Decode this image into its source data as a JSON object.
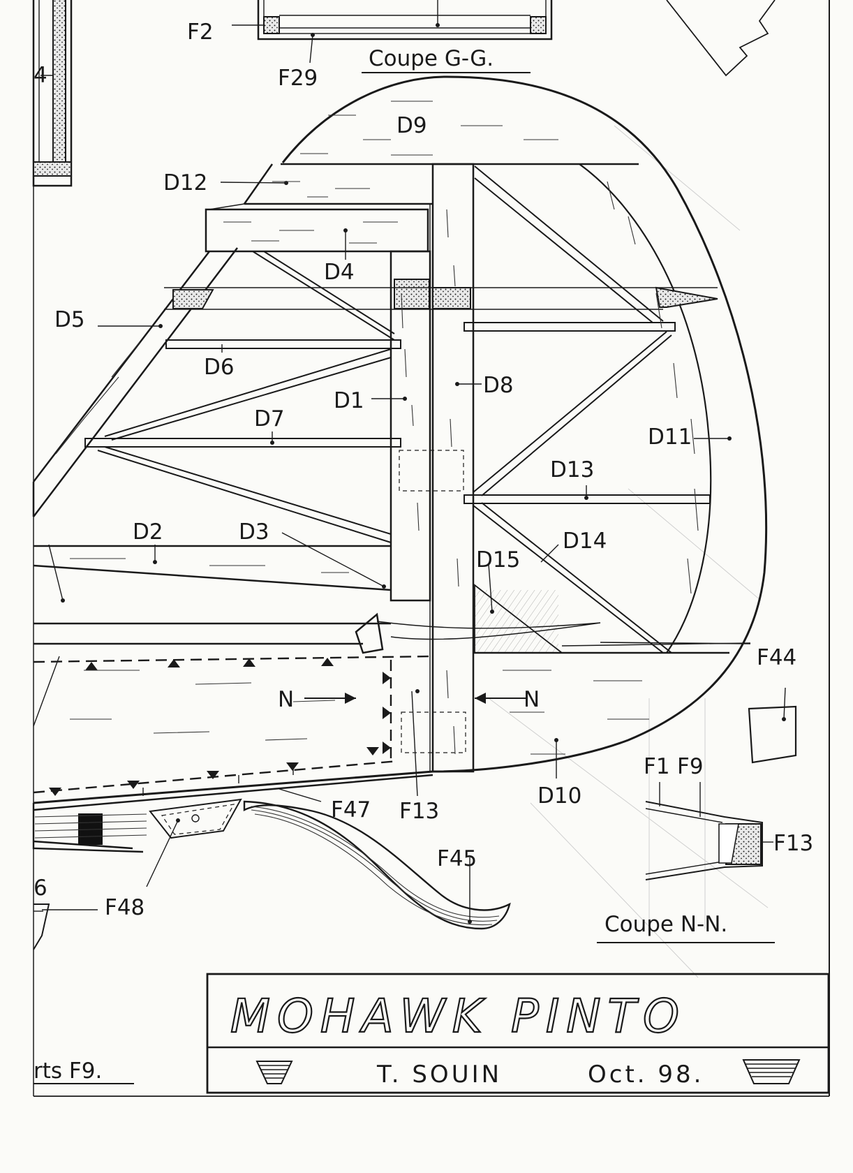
{
  "drawing": {
    "section_labels": {
      "coupe_gg": "Coupe G-G.",
      "coupe_nn": "Coupe N-N.",
      "parts_f9": "rts F9."
    },
    "part_labels": {
      "f2": "F2",
      "f29": "F29",
      "cut_top_left": "4",
      "d9": "D9",
      "d12": "D12",
      "d4": "D4",
      "d5": "D5",
      "d6": "D6",
      "d1": "D1",
      "d8": "D8",
      "d7": "D7",
      "d11": "D11",
      "d13": "D13",
      "d2": "D2",
      "d3": "D3",
      "d14": "D14",
      "d15": "D15",
      "f44": "F44",
      "n_left": "N",
      "n_right": "N",
      "f1": "F1",
      "f9": "F9",
      "f13_right": "F13",
      "f47": "F47",
      "f13": "F13",
      "d10": "D10",
      "f45": "F45",
      "cut_left_6": "6",
      "f48": "F48"
    },
    "title_block": {
      "model_name": "MOHAWK PINTO",
      "designer": "T. SOUIN",
      "date": "Oct. 98."
    }
  }
}
